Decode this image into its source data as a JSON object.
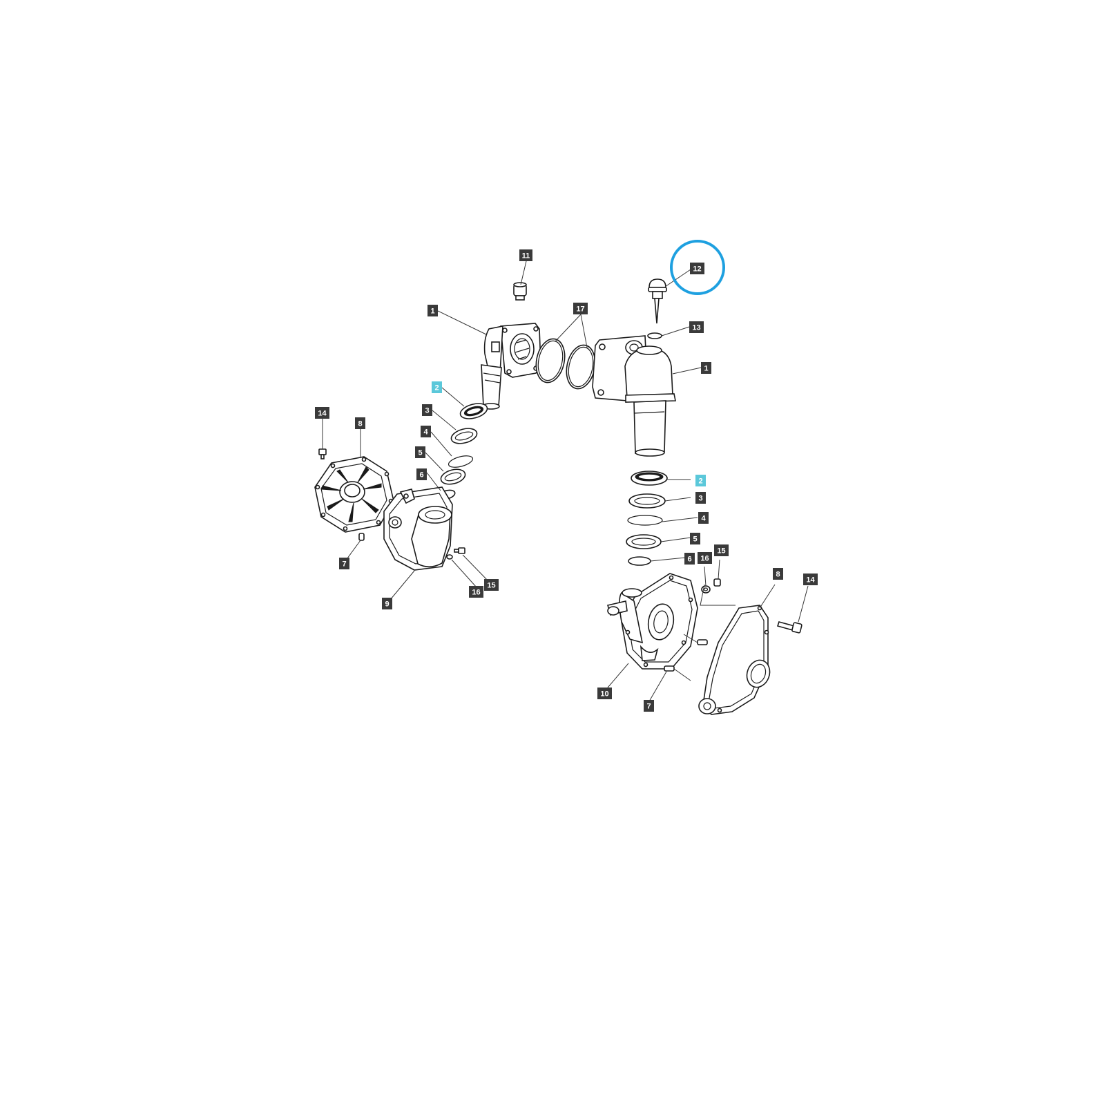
{
  "diagram": {
    "highlight_color": "#1ea0e0",
    "highlight_part": "12",
    "callout_color": "#3a3a3a",
    "callout_highlight_color": "#5bc8da",
    "callouts": [
      {
        "id": "c11",
        "label": "11"
      },
      {
        "id": "c12",
        "label": "12"
      },
      {
        "id": "c1a",
        "label": "1"
      },
      {
        "id": "c17",
        "label": "17"
      },
      {
        "id": "c13",
        "label": "13"
      },
      {
        "id": "c1b",
        "label": "1"
      },
      {
        "id": "c2a",
        "label": "2",
        "highlight": true
      },
      {
        "id": "c3a",
        "label": "3"
      },
      {
        "id": "c4a",
        "label": "4"
      },
      {
        "id": "c5a",
        "label": "5"
      },
      {
        "id": "c6a",
        "label": "6"
      },
      {
        "id": "c14a",
        "label": "14"
      },
      {
        "id": "c8a",
        "label": "8"
      },
      {
        "id": "c7a",
        "label": "7"
      },
      {
        "id": "c9",
        "label": "9"
      },
      {
        "id": "c16a",
        "label": "16"
      },
      {
        "id": "c15a",
        "label": "15"
      },
      {
        "id": "c2b",
        "label": "2",
        "highlight": true
      },
      {
        "id": "c3b",
        "label": "3"
      },
      {
        "id": "c4b",
        "label": "4"
      },
      {
        "id": "c5b",
        "label": "5"
      },
      {
        "id": "c6b",
        "label": "6"
      },
      {
        "id": "c16b",
        "label": "16"
      },
      {
        "id": "c15b",
        "label": "15"
      },
      {
        "id": "c8b",
        "label": "8"
      },
      {
        "id": "c14b",
        "label": "14"
      },
      {
        "id": "c10",
        "label": "10"
      },
      {
        "id": "c7b",
        "label": "7"
      }
    ]
  }
}
